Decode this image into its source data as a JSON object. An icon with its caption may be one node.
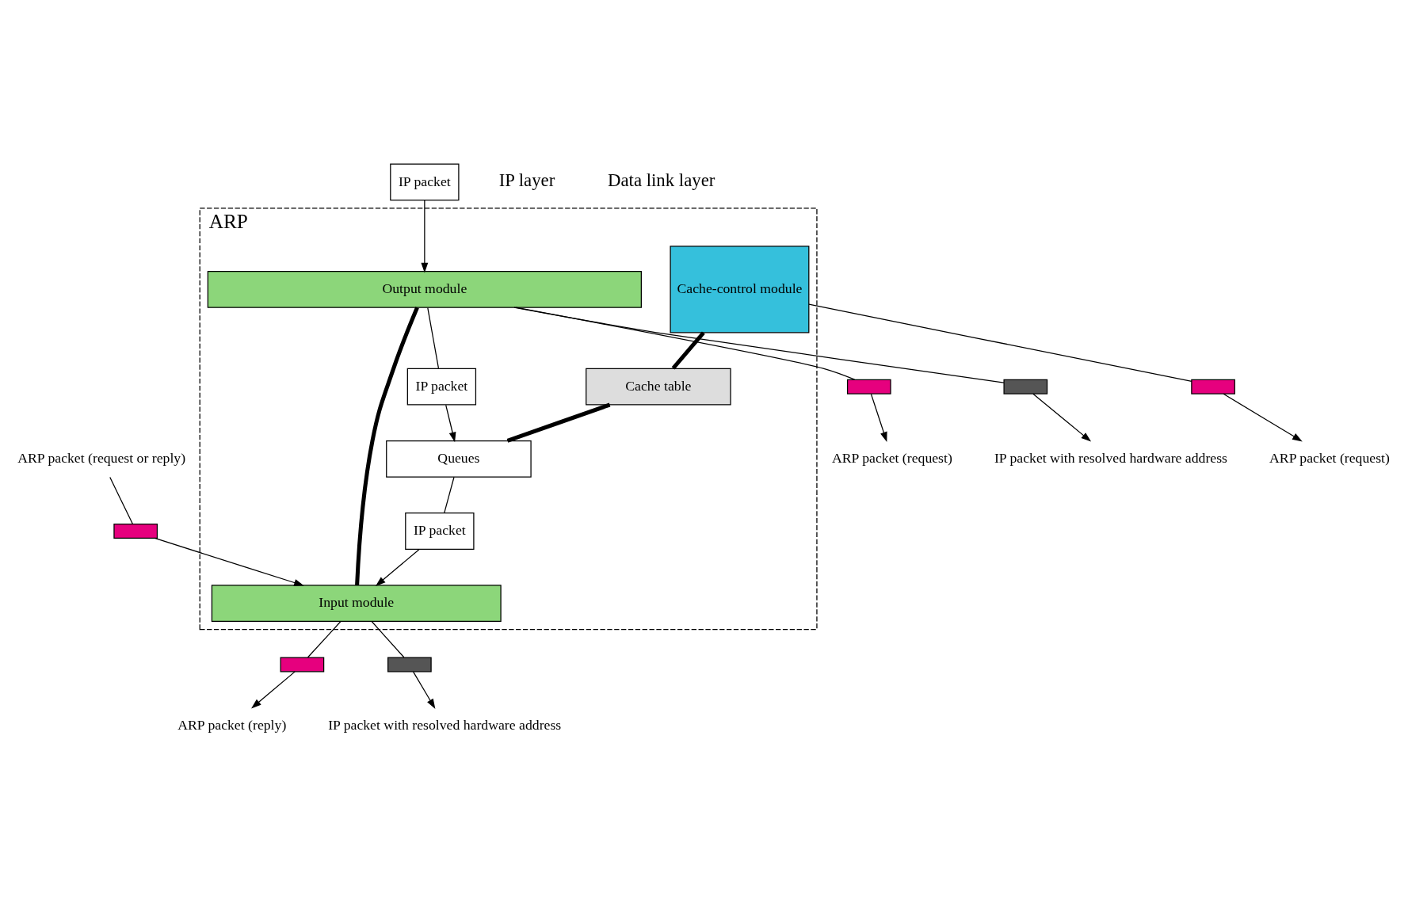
{
  "diagram": {
    "nodes": [
      {
        "text": [
          "ARP"
        ]
      },
      {
        "text": [
          "Output module"
        ],
        "in": 0
      },
      {
        "text": [
          "Input module"
        ],
        "in": 0
      },
      {
        "text": [
          "Cache-control module"
        ],
        "in": 0
      },
      {
        "text": [
          "Cache table"
        ],
        "in": 0
      },
      {
        "text": [
          "Queues"
        ],
        "in": 0
      },
      {
        "text": [
          "IP packet"
        ]
      },
      {
        "text": [
          "IP packet"
        ],
        "in": 0
      },
      {
        "text": [
          "IP packet"
        ],
        "in": 0
      },
      {
        "text": [],
        "shape": "box"
      },
      {
        "text": [
          "ARP packet (request)"
        ]
      },
      {
        "text": [],
        "shape": "box"
      },
      {
        "text": [
          "ARP packet (request or reply)"
        ]
      },
      {
        "text": [],
        "shape": "box"
      },
      {
        "text": [
          "ARP packet (reply)"
        ]
      },
      {
        "text": [],
        "shape": "box"
      },
      {
        "text": [
          "IP packet with resolved hardware address"
        ]
      },
      {
        "text": [],
        "shape": "box"
      },
      {
        "text": [
          "ARP packet (request)"
        ]
      },
      {
        "text": [],
        "shape": "box"
      },
      {
        "text": [
          "IP packet with resolved hardware address"
        ]
      }
    ],
    "edges": [
      {
        "from": 6,
        "to": 1,
        "arrow": "to"
      },
      {
        "from": 1,
        "to": 7,
        "arrow": "none"
      },
      {
        "from": 7,
        "to": 5,
        "arrow": "to"
      },
      {
        "from": 5,
        "to": 8,
        "arrow": "none"
      },
      {
        "from": 8,
        "to": 2,
        "arrow": "to"
      },
      {
        "from": 1,
        "to": 2,
        "arrow": "none",
        "style": "thick"
      },
      {
        "from": 3,
        "to": 4,
        "arrow": "none",
        "style": "thick"
      },
      {
        "from": 4,
        "to": 5,
        "arrow": "none",
        "style": "thick"
      },
      {
        "from": 3,
        "to": 9,
        "arrow": "none"
      },
      {
        "from": 9,
        "to": 10,
        "arrow": "to"
      },
      {
        "from": 12,
        "to": 11,
        "arrow": "none"
      },
      {
        "from": 11,
        "to": 2,
        "arrow": "to"
      },
      {
        "from": 2,
        "to": 13,
        "arrow": "none"
      },
      {
        "from": 13,
        "to": 14,
        "arrow": "to"
      },
      {
        "from": 2,
        "to": 15,
        "arrow": "none"
      },
      {
        "from": 15,
        "to": 16,
        "arrow": "to"
      },
      {
        "from": 1,
        "to": 17,
        "arrow": "none"
      },
      {
        "from": 17,
        "to": 18,
        "arrow": "to"
      },
      {
        "from": 1,
        "to": 19,
        "arrow": "none"
      },
      {
        "from": 19,
        "to": 20,
        "arrow": "to"
      }
    ],
    "labels": [
      "IP layer",
      "Data link layer"
    ]
  }
}
